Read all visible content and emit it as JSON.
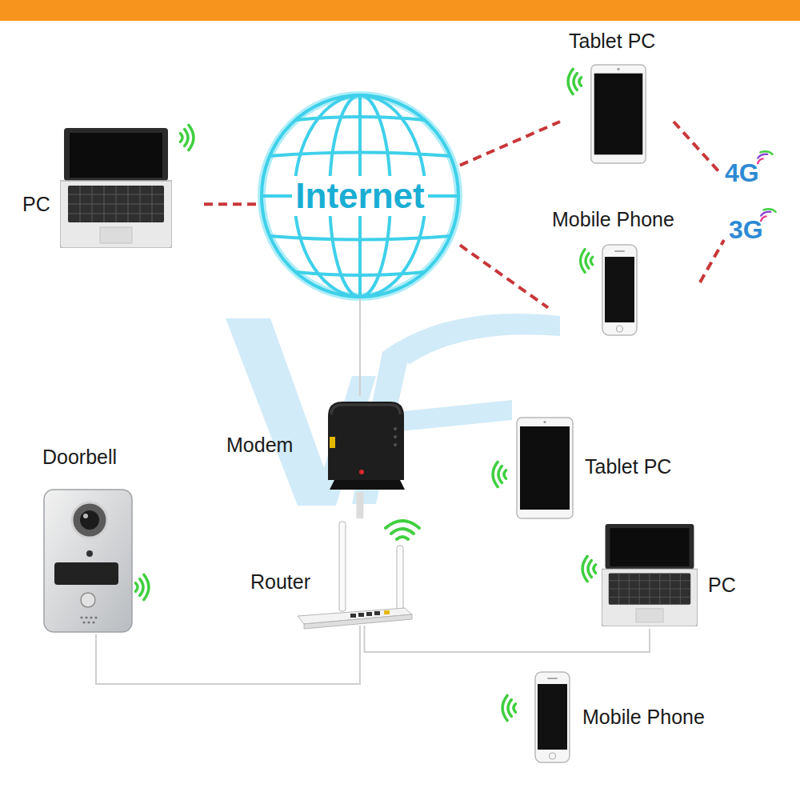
{
  "diagram": {
    "nodes": [
      {
        "text": [
          "Internet"
        ]
      },
      {
        "text": [
          "PC"
        ]
      },
      {
        "text": [
          "Tablet PC"
        ]
      },
      {
        "text": [
          "Mobile Phone"
        ]
      },
      {
        "text": [
          "4G"
        ]
      },
      {
        "text": [
          "3G"
        ]
      },
      {
        "text": [
          "Modem"
        ]
      },
      {
        "text": [
          "Router"
        ]
      },
      {
        "text": [
          "Doorbell"
        ]
      },
      {
        "text": [
          "Tablet PC"
        ]
      },
      {
        "text": [
          "PC"
        ]
      },
      {
        "text": [
          "Mobile Phone"
        ]
      }
    ],
    "edges": [
      {
        "from": 1,
        "to": 0,
        "arrow": "none"
      },
      {
        "from": 0,
        "to": 2,
        "arrow": "none"
      },
      {
        "from": 0,
        "to": 3,
        "arrow": "none"
      },
      {
        "from": 2,
        "to": 4,
        "arrow": "none"
      },
      {
        "from": 3,
        "to": 5,
        "arrow": "none"
      },
      {
        "from": 0,
        "to": 6,
        "arrow": "none"
      },
      {
        "from": 6,
        "to": 7,
        "arrow": "none"
      },
      {
        "from": 7,
        "to": 8,
        "arrow": "none"
      },
      {
        "from": 7,
        "to": 10,
        "arrow": "none"
      }
    ]
  }
}
